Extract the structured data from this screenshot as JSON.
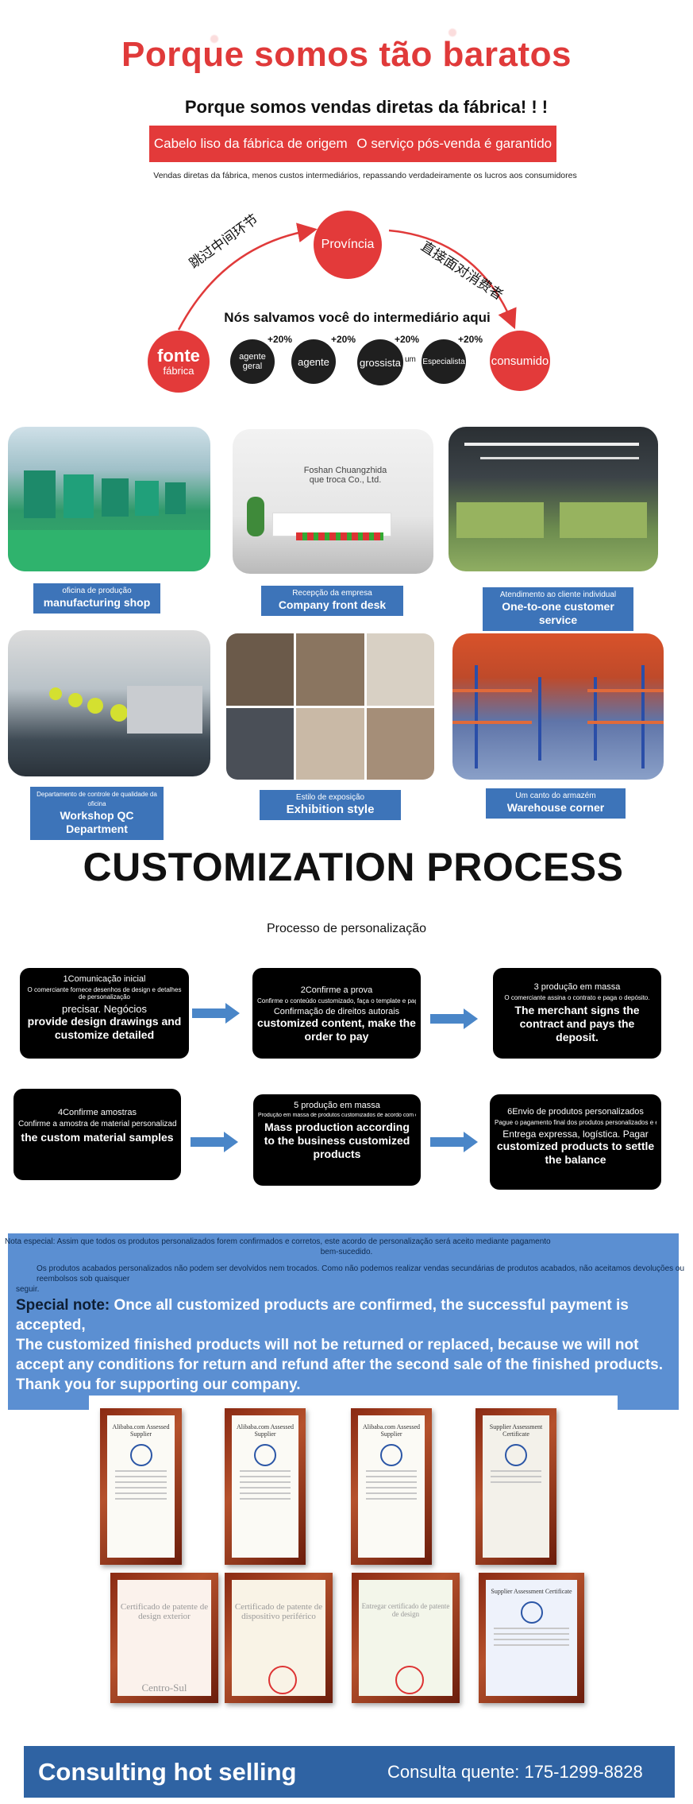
{
  "header": {
    "title": "Porque somos tão baratos",
    "subtitle": "Porque somos vendas diretas da fábrica! ! !",
    "bar_left": "Cabelo liso da fábrica de origem",
    "bar_right": "O serviço pós-venda é garantido",
    "tagline": "Vendas diretas da fábrica, menos custos intermediários, repassando verdadeiramente os lucros aos consumidores"
  },
  "diagram": {
    "top_node": "Província",
    "left_arc": "跳过中间环节",
    "right_arc": "直接面对消费者",
    "middle_text": "Nós salvamos você do intermediário aqui",
    "source_main": "fonte",
    "source_sub": "fábrica",
    "nodes": [
      "agente geral",
      "agente",
      "grossista",
      "Especialista"
    ],
    "small_label": "um",
    "consumer": "consumido",
    "increments": [
      "+20%",
      "+20%",
      "+20%",
      "+20%"
    ]
  },
  "photos": [
    {
      "pt": "oficina de produção",
      "en": "manufacturing shop"
    },
    {
      "pt": "Recepção da empresa",
      "en": "Company front desk",
      "sign": "Foshan Chuangzhida que troca Co., Ltd."
    },
    {
      "pt": "Atendimento ao cliente individual",
      "en": "One-to-one customer service"
    },
    {
      "pt": "Departamento de controle de qualidade da oficina",
      "en": "Workshop QC Department"
    },
    {
      "pt": "Estilo de exposição",
      "en": "Exhibition style"
    },
    {
      "pt": "Um canto do armazém",
      "en": "Warehouse corner"
    }
  ],
  "process": {
    "title": "CUSTOMIZATION PROCESS",
    "subtitle": "Processo de personalização",
    "steps": [
      {
        "t1": "1Comunicação inicial",
        "t2": "O comerciante fornece desenhos de design e detalhes de personalização",
        "t3": "precisar. Negócios",
        "t4": "provide design drawings and customize detailed"
      },
      {
        "t1": "2Confirme a prova",
        "t2": "Confirme o conteúdo customizado, faça o template e pague o pe",
        "t3": "Confirmação de direitos autorais",
        "t4": "customized content, make the order to pay"
      },
      {
        "t1": "3 produção em massa",
        "t2": "O comerciante assina o contrato e paga o depósito.",
        "t3": "",
        "t4": "The merchant signs the contract and pays the deposit."
      },
      {
        "t1": "4Confirme amostras",
        "t2": "Confirme a amostra de material personalizadaConfir",
        "t3": "",
        "t4": "the custom material samples"
      },
      {
        "t1": "5 produção em massa",
        "t2": "Produção em massa de produtos customizados de acordo com os comerciantes",
        "t3": "",
        "t4": "Mass production according to the business customized products"
      },
      {
        "t1": "6Envio de produtos personalizados",
        "t2": "Pague o pagamento final dos produtos personalizados e envie-os",
        "t3": "Entrega expressa, logística. Pagar",
        "t4": "customized products to settle the balance"
      }
    ]
  },
  "note": {
    "pt_line1": "Nota especial: Assim que todos os produtos personalizados forem confirmados e corretos, este acordo de personalização será aceito mediante pagamento",
    "pt_line2": "bem-sucedido.",
    "pt_line3": "Os produtos acabados personalizados não podem ser devolvidos nem trocados. Como não podemos realizar vendas secundárias de produtos acabados, não aceitamos devoluções ou reembolsos sob quaisquer",
    "pt_line4": "seguir.",
    "lead": "Special note:",
    "en_rest": "Once all customized products are confirmed, the successful payment is accepted,",
    "en_line2": "The customized finished products will not be returned or replaced, because we will not accept any conditions for return and refund after the second sale of the finished products. Thank you for supporting our company."
  },
  "certificates": {
    "titles": [
      "Alibaba.com Assessed Supplier",
      "Alibaba.com Assessed Supplier",
      "Alibaba.com Assessed Supplier",
      "Supplier Assessment Certificate",
      "",
      "",
      "",
      "Supplier Assessment Certificate"
    ],
    "overlays": [
      "Certificado de patente de design exterior",
      "Certificado de patente de dispositivo periférico",
      "Entregar certificado de patente de design",
      ""
    ],
    "bottom_overlay": "Centro-Sul"
  },
  "footer": {
    "left": "Consulting hot selling",
    "right": "Consulta quente: 175-1299-8828"
  },
  "colors": {
    "red": "#e33a3a",
    "blue": "#3d74b9",
    "note_blue": "#5b8fd2",
    "footer_blue": "#2f63a3"
  }
}
